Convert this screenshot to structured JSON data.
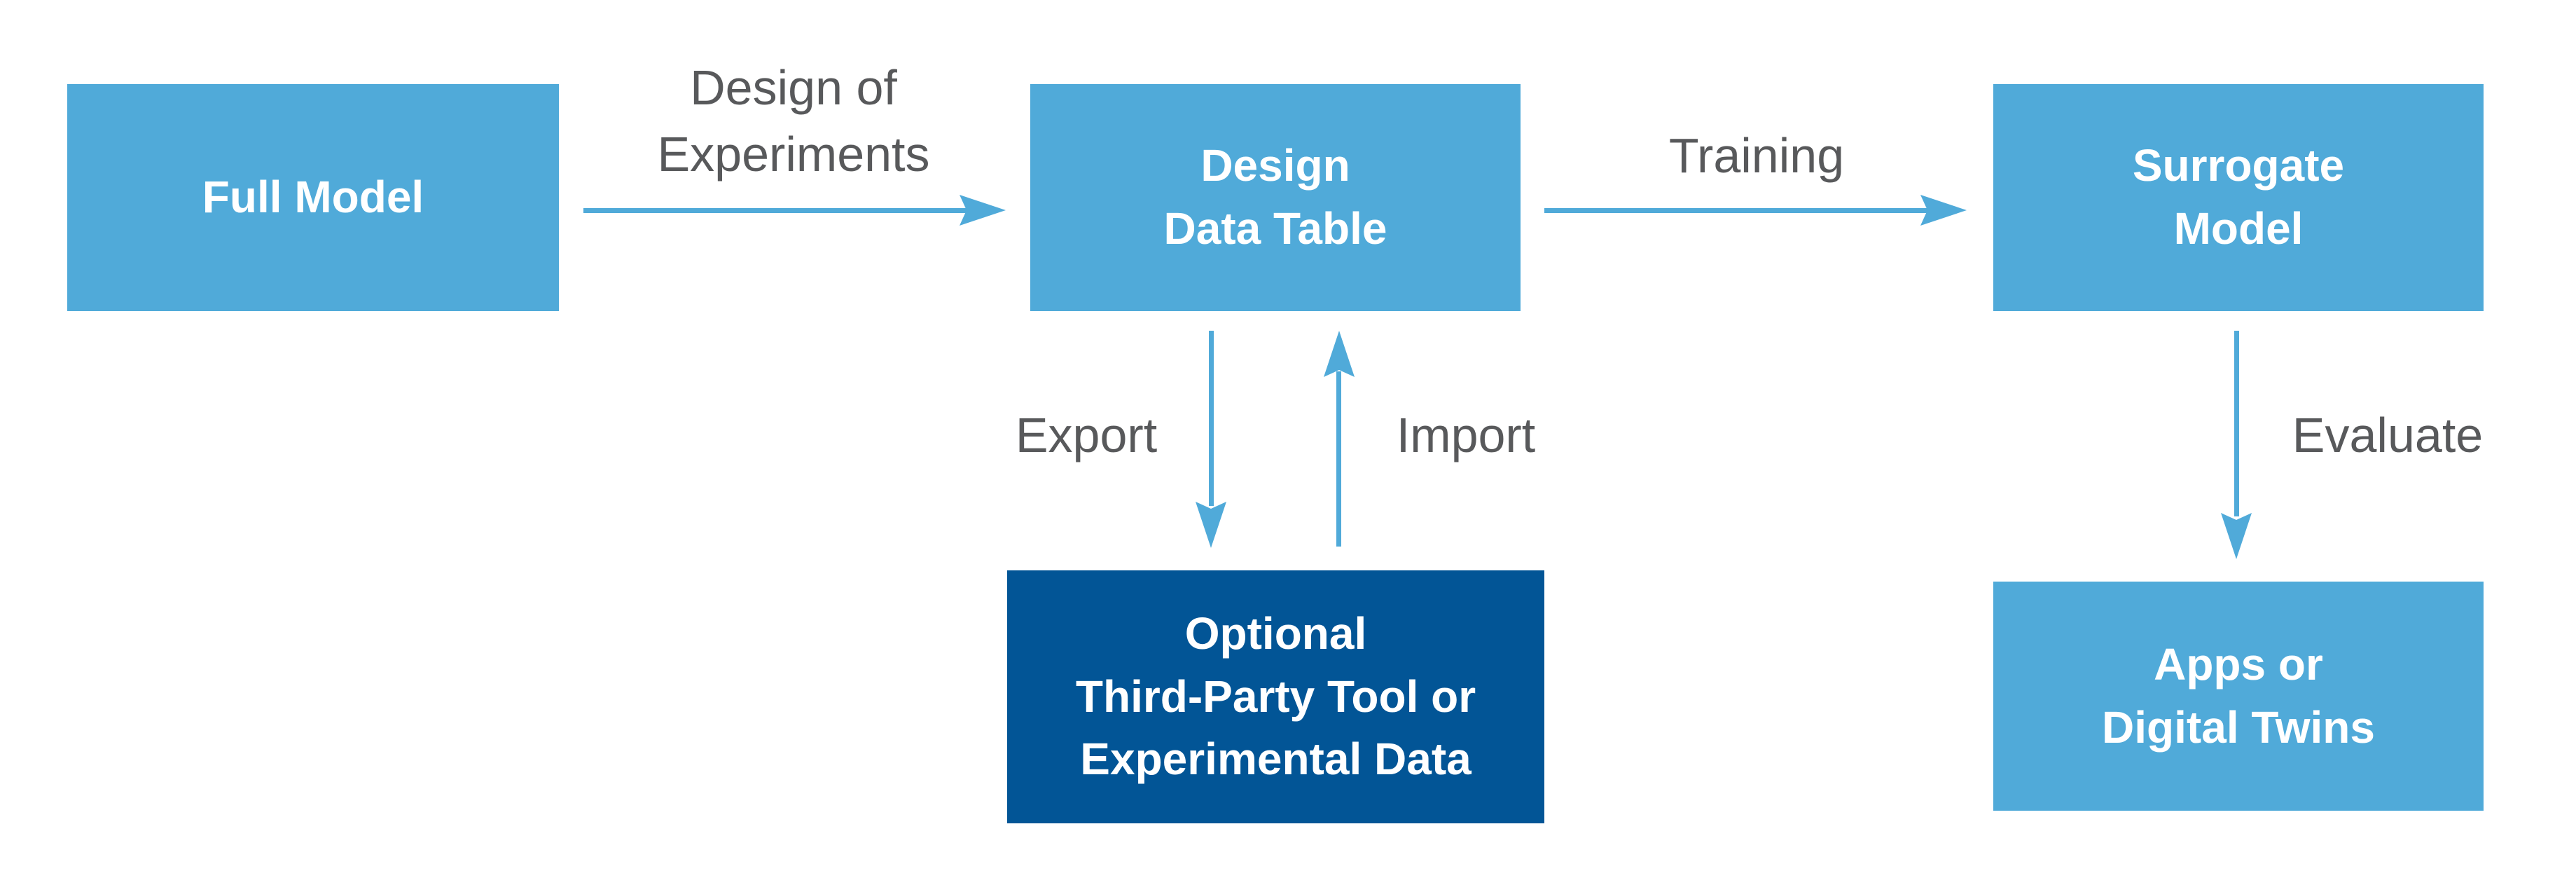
{
  "colors": {
    "primary_box": "#50aad9",
    "secondary_box": "#025596",
    "arrow": "#50aad9",
    "label_text": "#58595b",
    "box_text": "#ffffff"
  },
  "nodes": {
    "full_model": "Full Model",
    "design_data_table": "Design\nData Table",
    "surrogate_model": "Surrogate\nModel",
    "optional_tool": "Optional\nThird-Party Tool or\nExperimental Data",
    "apps": "Apps or\nDigital Twins"
  },
  "edges": {
    "design_of_experiments": "Design of\nExperiments",
    "training": "Training",
    "export": "Export",
    "import": "Import",
    "evaluate": "Evaluate"
  }
}
